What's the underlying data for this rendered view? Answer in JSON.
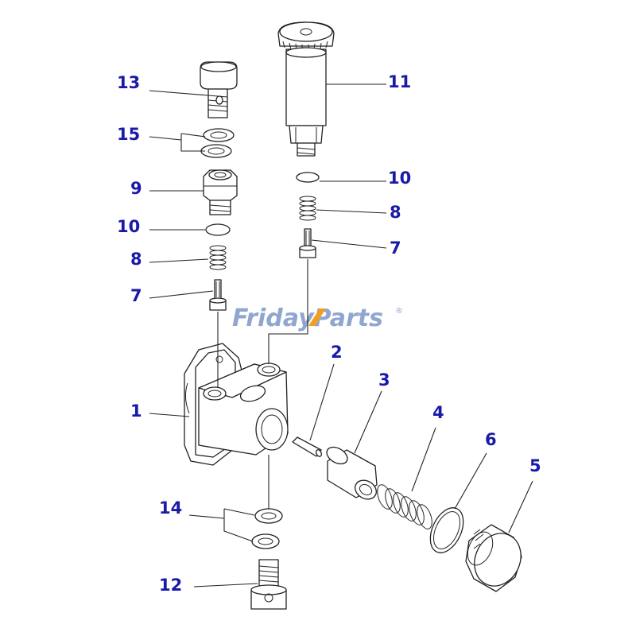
{
  "watermark": {
    "part1": "Friday",
    "part2": "Parts",
    "mark": "®",
    "color_main": "#8fa6cf",
    "color_accent": "#f0a020"
  },
  "callouts": {
    "c1": "1",
    "c2": "2",
    "c3": "3",
    "c4": "4",
    "c5": "5",
    "c6": "6",
    "c7a": "7",
    "c7b": "7",
    "c8a": "8",
    "c8b": "8",
    "c9": "9",
    "c10a": "10",
    "c10b": "10",
    "c11": "11",
    "c12": "12",
    "c13": "13",
    "c14": "14",
    "c15": "15"
  },
  "colors": {
    "callout": "#1a1aa8",
    "line": "#222222"
  }
}
